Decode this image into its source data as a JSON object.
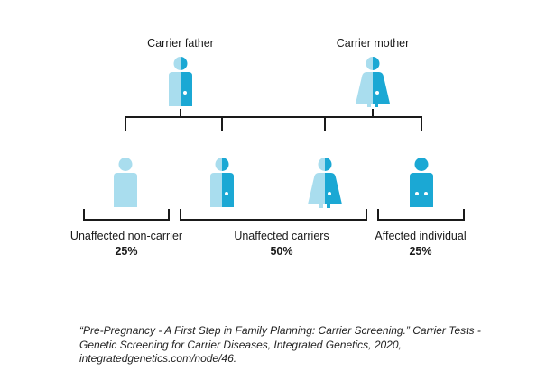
{
  "colors": {
    "light": "#A9DDEE",
    "dark": "#1BA8D4",
    "line": "#1a1a1a"
  },
  "parents": {
    "father_label": "Carrier father",
    "mother_label": "Carrier mother"
  },
  "outcomes": [
    {
      "label": "Unaffected non-carrier",
      "percent": "25%"
    },
    {
      "label": "Unaffected carriers",
      "percent": "50%"
    },
    {
      "label": "Affected individual",
      "percent": "25%"
    }
  ],
  "citation": "“Pre-Pregnancy - A First Step in Family Planning: Carrier Screening.” Carrier Tests - Genetic Screening for Carrier Diseases, Integrated Genetics, 2020, integratedgenetics.com/node/46."
}
